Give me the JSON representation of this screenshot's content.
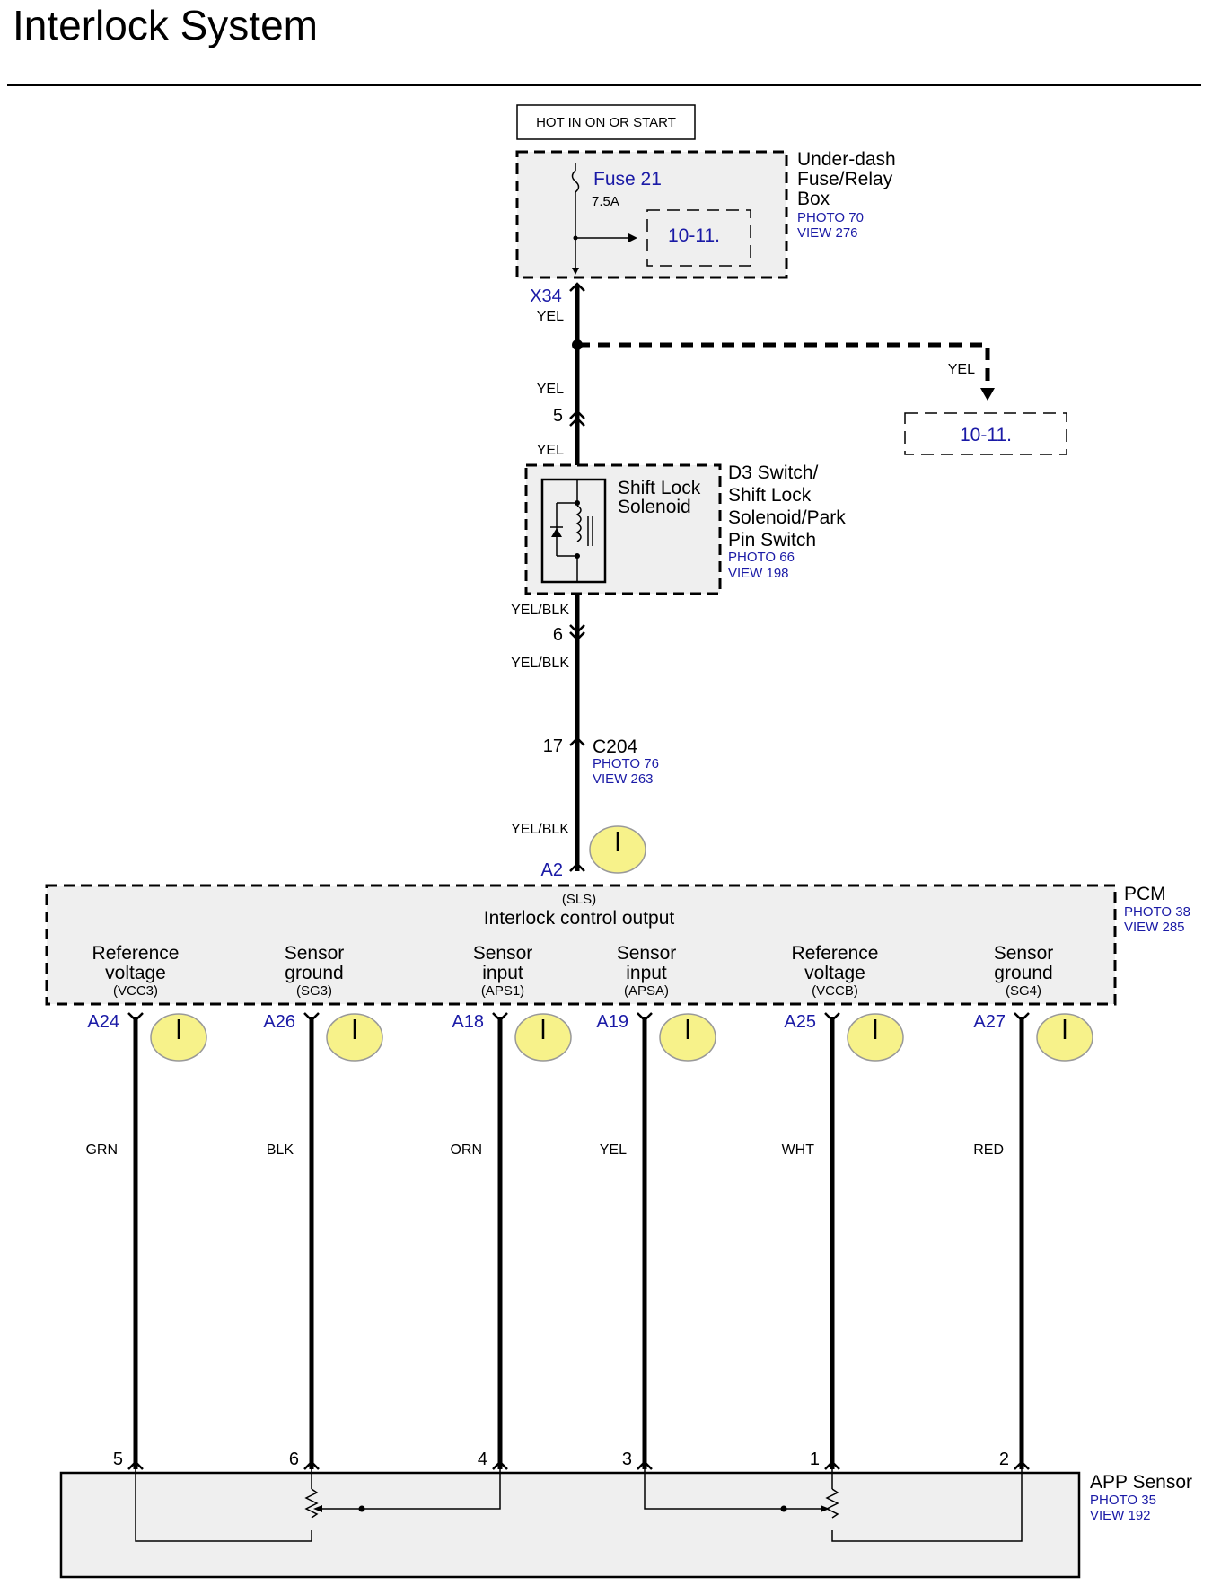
{
  "title": "Interlock System",
  "power": {
    "label": "HOT IN ON OR START"
  },
  "fuse_box": {
    "name_lines": [
      "Under-dash",
      "Fuse/Relay",
      "Box"
    ],
    "photo": "PHOTO 70",
    "view": "VIEW 276",
    "fuse_name": "Fuse 21",
    "fuse_rating": "7.5A",
    "ref": "10-11.",
    "terminal": "X34"
  },
  "branch": {
    "wire_color": "YEL",
    "ref": "10-11."
  },
  "wire_labels": {
    "x34_out": "YEL",
    "to_c5_top": "YEL",
    "c5_bottom": "YEL",
    "sw_out": "YEL/BLK",
    "c6_bottom": "YEL/BLK",
    "to_pcm": "YEL/BLK"
  },
  "connectors": {
    "c5_pin": "5",
    "c6_pin": "6",
    "c204_pin": "17",
    "c204_name": "C204",
    "c204_photo": "PHOTO 76",
    "c204_view": "VIEW 263"
  },
  "switch": {
    "inner_lines": [
      "Shift Lock",
      "Solenoid"
    ],
    "name_lines": [
      "D3 Switch/",
      "Shift Lock",
      "Solenoid/Park",
      "Pin Switch"
    ],
    "photo": "PHOTO 66",
    "view": "VIEW 198"
  },
  "pcm": {
    "name": "PCM",
    "photo": "PHOTO 38",
    "view": "VIEW 285",
    "input_pin": "A2",
    "input_signal": "(SLS)",
    "input_desc": "Interlock control output",
    "outputs": [
      {
        "line1": "Reference",
        "line2": "voltage",
        "signal": "(VCC3)",
        "pin": "A24",
        "wire": "GRN",
        "sensor_pin": "5"
      },
      {
        "line1": "Sensor",
        "line2": "ground",
        "signal": "(SG3)",
        "pin": "A26",
        "wire": "BLK",
        "sensor_pin": "6"
      },
      {
        "line1": "Sensor",
        "line2": "input",
        "signal": "(APS1)",
        "pin": "A18",
        "wire": "ORN",
        "sensor_pin": "4"
      },
      {
        "line1": "Sensor",
        "line2": "input",
        "signal": "(APSA)",
        "pin": "A19",
        "wire": "YEL",
        "sensor_pin": "3"
      },
      {
        "line1": "Reference",
        "line2": "voltage",
        "signal": "(VCCB)",
        "pin": "A25",
        "wire": "WHT",
        "sensor_pin": "1"
      },
      {
        "line1": "Sensor",
        "line2": "ground",
        "signal": "(SG4)",
        "pin": "A27",
        "wire": "RED",
        "sensor_pin": "2"
      }
    ]
  },
  "app_sensor": {
    "name": "APP Sensor",
    "photo": "PHOTO 35",
    "view": "VIEW 192"
  },
  "colors": {
    "link_blue": "#1a1aa6",
    "meter_yellow": "#f7f28a",
    "box_fill": "#efefef"
  }
}
